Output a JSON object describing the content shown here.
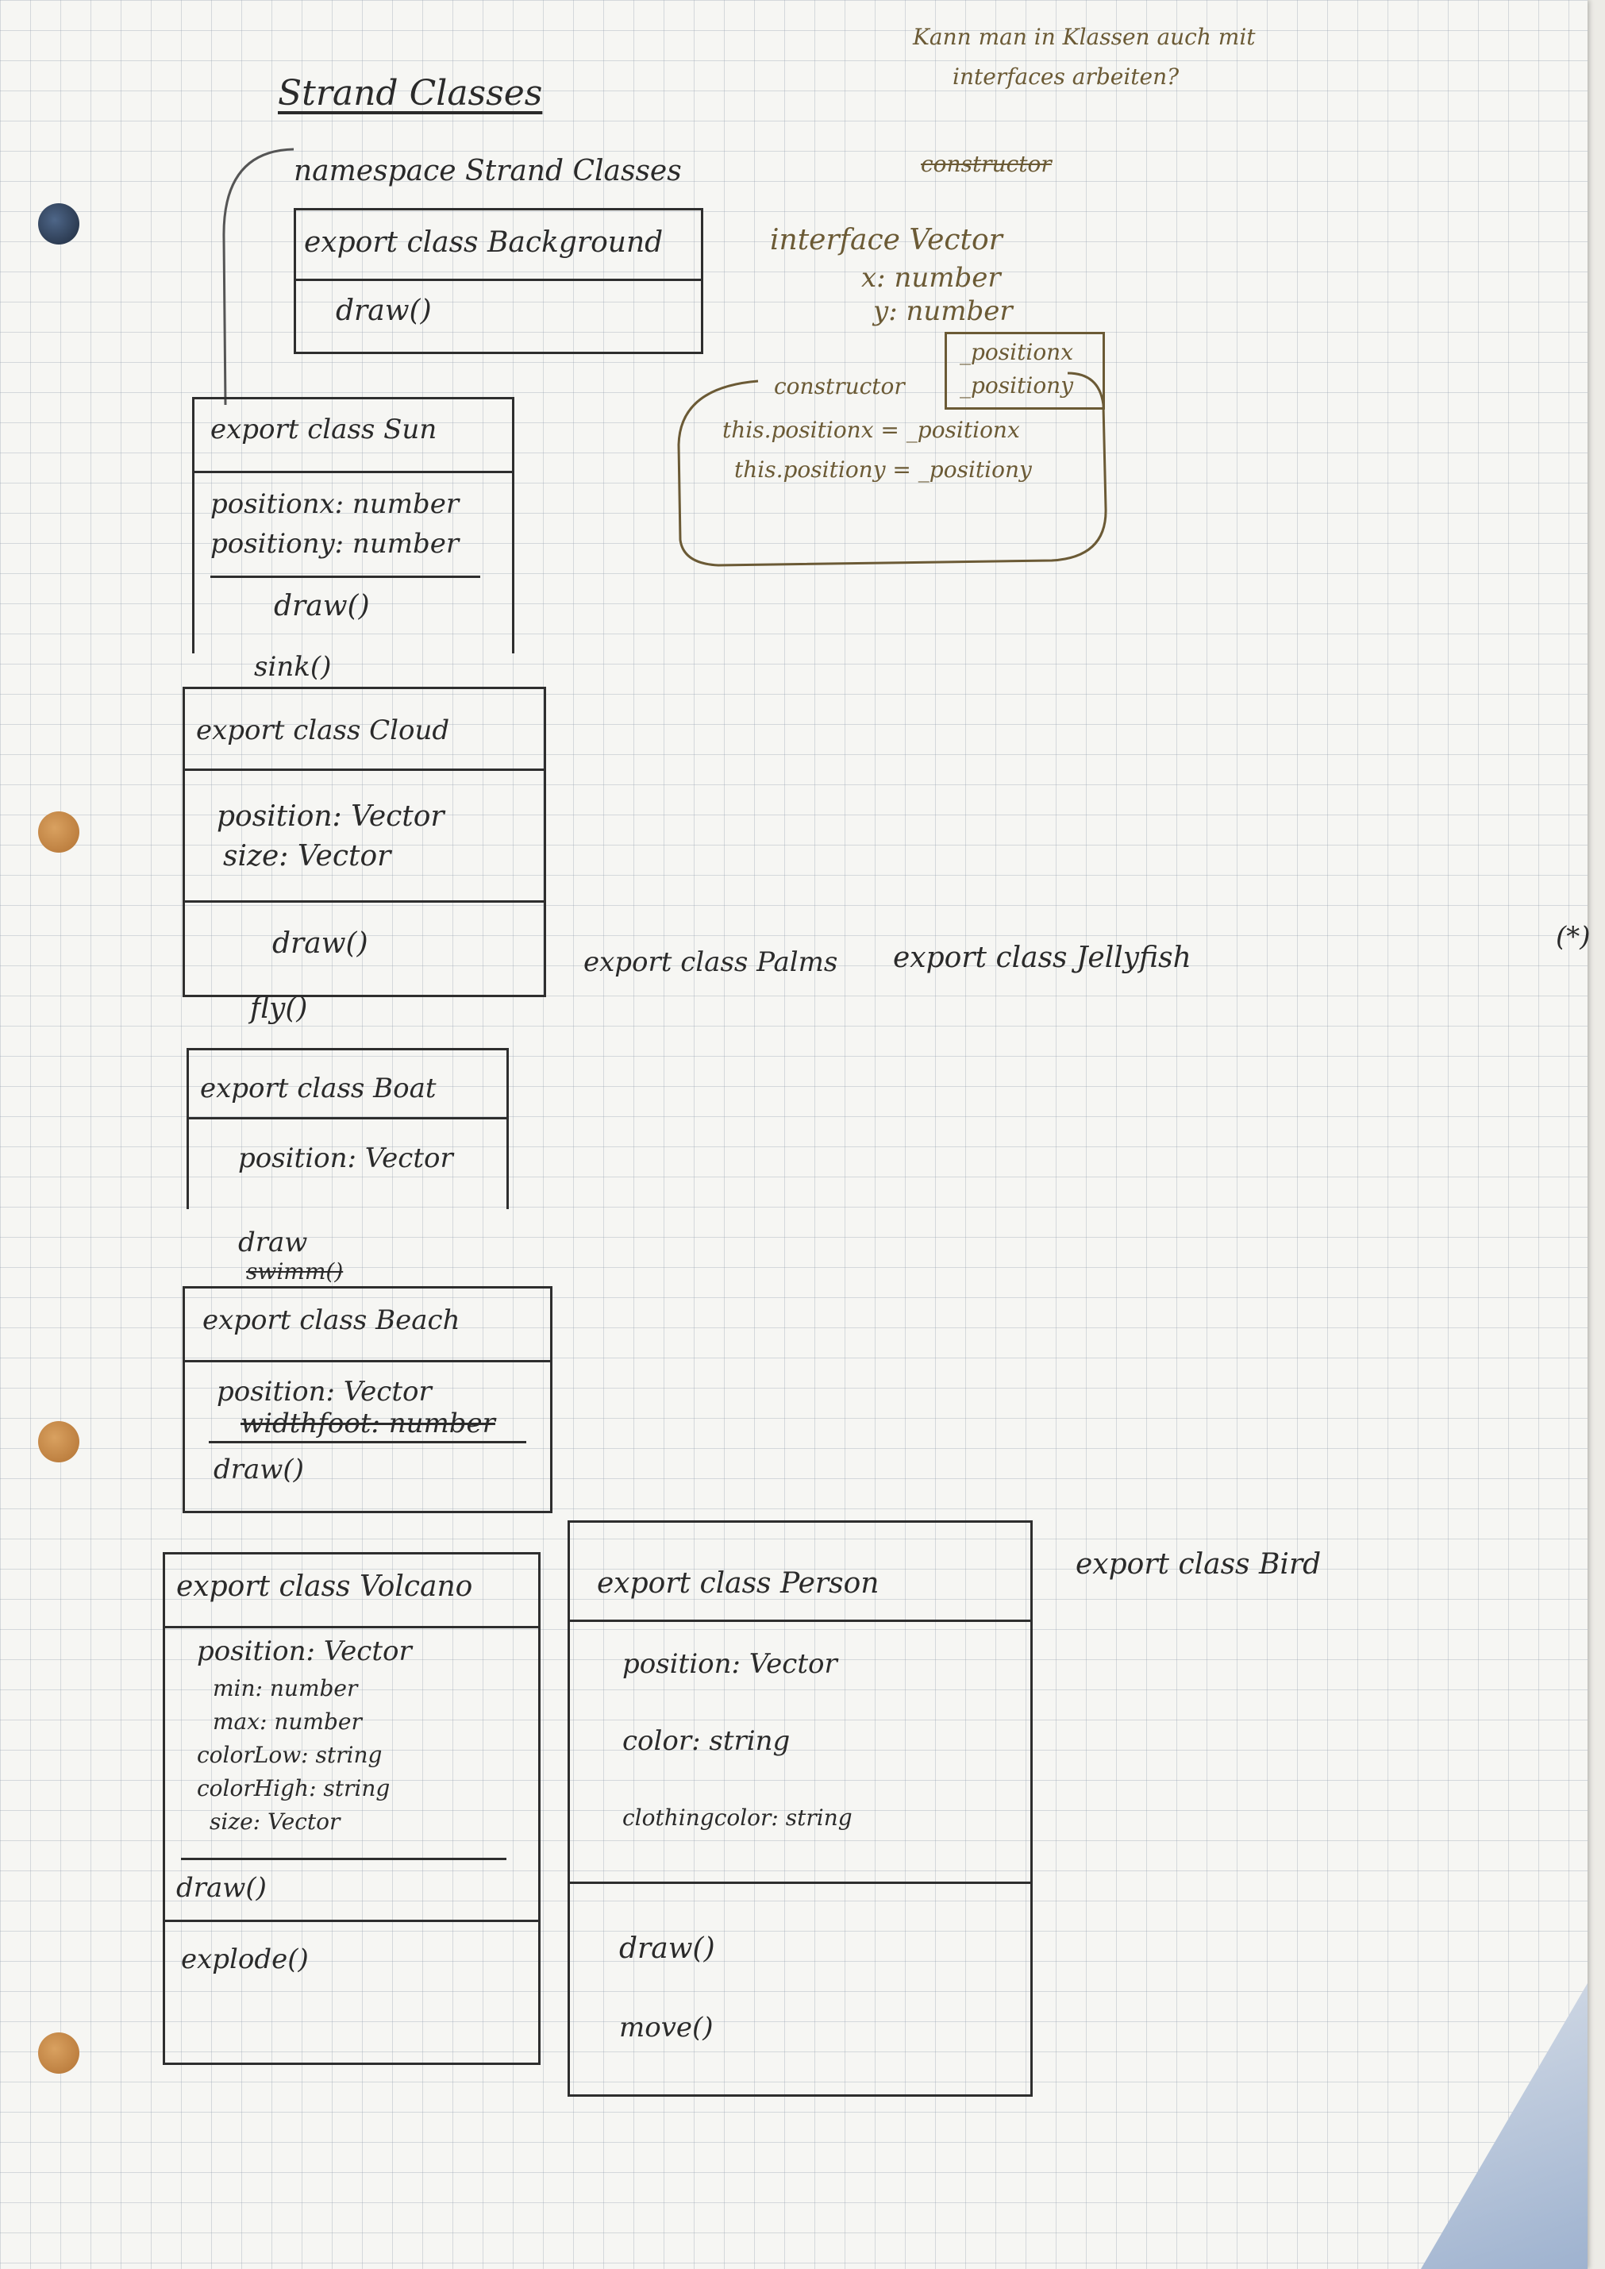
{
  "title": "Strand Classes",
  "note": {
    "line1": "Kann man in Klassen auch mit",
    "line2": "interfaces arbeiten?",
    "crossed": "constructor"
  },
  "namespace": "namespace Strand Classes",
  "interface": {
    "header": "interface Vector",
    "fields": [
      "x: number",
      "y: number"
    ]
  },
  "constructor_sketch": {
    "label": "constructor",
    "params": [
      "_positionx",
      "_positiony"
    ],
    "body": [
      "this.positionx = _positionx",
      "this.positiony = _positiony"
    ]
  },
  "classes": {
    "background": {
      "header": "export class Background",
      "methods": [
        "draw()"
      ]
    },
    "sun": {
      "header": "export class Sun",
      "fields": [
        "positionx: number",
        "positiony: number"
      ],
      "methods": [
        "draw()",
        "sink()"
      ]
    },
    "cloud": {
      "header": "export class Cloud",
      "fields": [
        "position: Vector",
        "size: Vector"
      ],
      "methods": [
        "draw()",
        "fly()"
      ]
    },
    "boat": {
      "header": "export class Boat",
      "fields": [
        "position: Vector"
      ],
      "methods": [
        "draw",
        "swimm()"
      ]
    },
    "beach": {
      "header": "export class Beach",
      "fields": [
        "position: Vector",
        "widthfoot: number"
      ],
      "methods": [
        "draw()"
      ]
    },
    "volcano": {
      "header": "export class Volcano",
      "fields": [
        "position: Vector",
        "min: number",
        "max: number",
        "colorLow: string",
        "colorHigh: string",
        "size: Vector"
      ],
      "methods": [
        "draw()",
        "explode()"
      ]
    },
    "person": {
      "header": "export class Person",
      "fields": [
        "position: Vector",
        "color: string",
        "clothingcolor: string"
      ],
      "methods": [
        "draw()",
        "move()"
      ]
    }
  },
  "loose_classes": {
    "palms": "export class Palms",
    "jellyfish": "export class Jellyfish",
    "bird": "export class Bird",
    "star_mark": "(*)"
  },
  "colors": {
    "pencil": "#2e2e2e",
    "brown_ink": "#6b5a35"
  }
}
